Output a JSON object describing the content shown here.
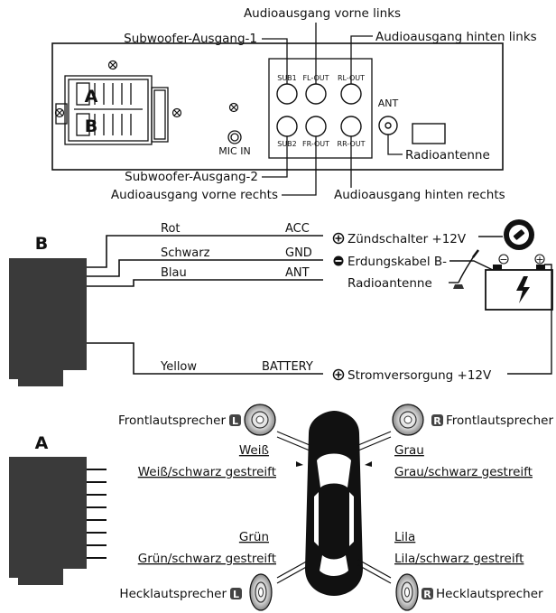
{
  "panel": {
    "callouts": {
      "audio_front_left": "Audioausgang vorne links",
      "subwoofer_1": "Subwoofer-Ausgang-1",
      "audio_rear_left": "Audioausgang hinten links",
      "subwoofer_2": "Subwoofer-Ausgang-2",
      "radio_antenna": "Radioantenne",
      "audio_front_right": "Audioausgang vorne rechts",
      "audio_rear_right": "Audioausgang hinten rechts"
    },
    "jack_labels": [
      "SUB1",
      "FL-OUT",
      "RL-OUT",
      "SUB2",
      "FR-OUT",
      "RR-OUT"
    ],
    "ant_label": "ANT",
    "mic_label": "MIC IN",
    "connector_a": "A",
    "connector_b": "B"
  },
  "connector_b": {
    "label": "B",
    "wires": [
      {
        "color": "Rot",
        "pin": "ACC",
        "destination": "Zündschalter +12V",
        "polarity": "+"
      },
      {
        "color": "Schwarz",
        "pin": "GND",
        "destination": "Erdungskabel B-",
        "polarity": "-"
      },
      {
        "color": "Blau",
        "pin": "ANT",
        "destination": "Radioantenne",
        "polarity": ""
      },
      {
        "color": "Yellow",
        "pin": "BATTERY",
        "destination": "Stromversorgung +12V",
        "polarity": "+"
      }
    ],
    "battery_terminals": [
      "−",
      "+"
    ]
  },
  "connector_a": {
    "label": "A",
    "speakers": {
      "front_left": {
        "name": "Frontlautsprecher",
        "side": "L",
        "wire_pos": "Weiß",
        "wire_neg": "Weiß/schwarz gestreift"
      },
      "front_right": {
        "name": "Frontlautsprecher",
        "side": "R",
        "wire_pos": "Grau",
        "wire_neg": "Grau/schwarz gestreift"
      },
      "rear_left": {
        "name": "Hecklautsprecher",
        "side": "L",
        "wire_pos": "Grün",
        "wire_neg": "Grün/schwarz gestreift"
      },
      "rear_right": {
        "name": "Hecklautsprecher",
        "side": "R",
        "wire_pos": "Lila",
        "wire_neg": "Lila/schwarz gestreift"
      }
    }
  }
}
